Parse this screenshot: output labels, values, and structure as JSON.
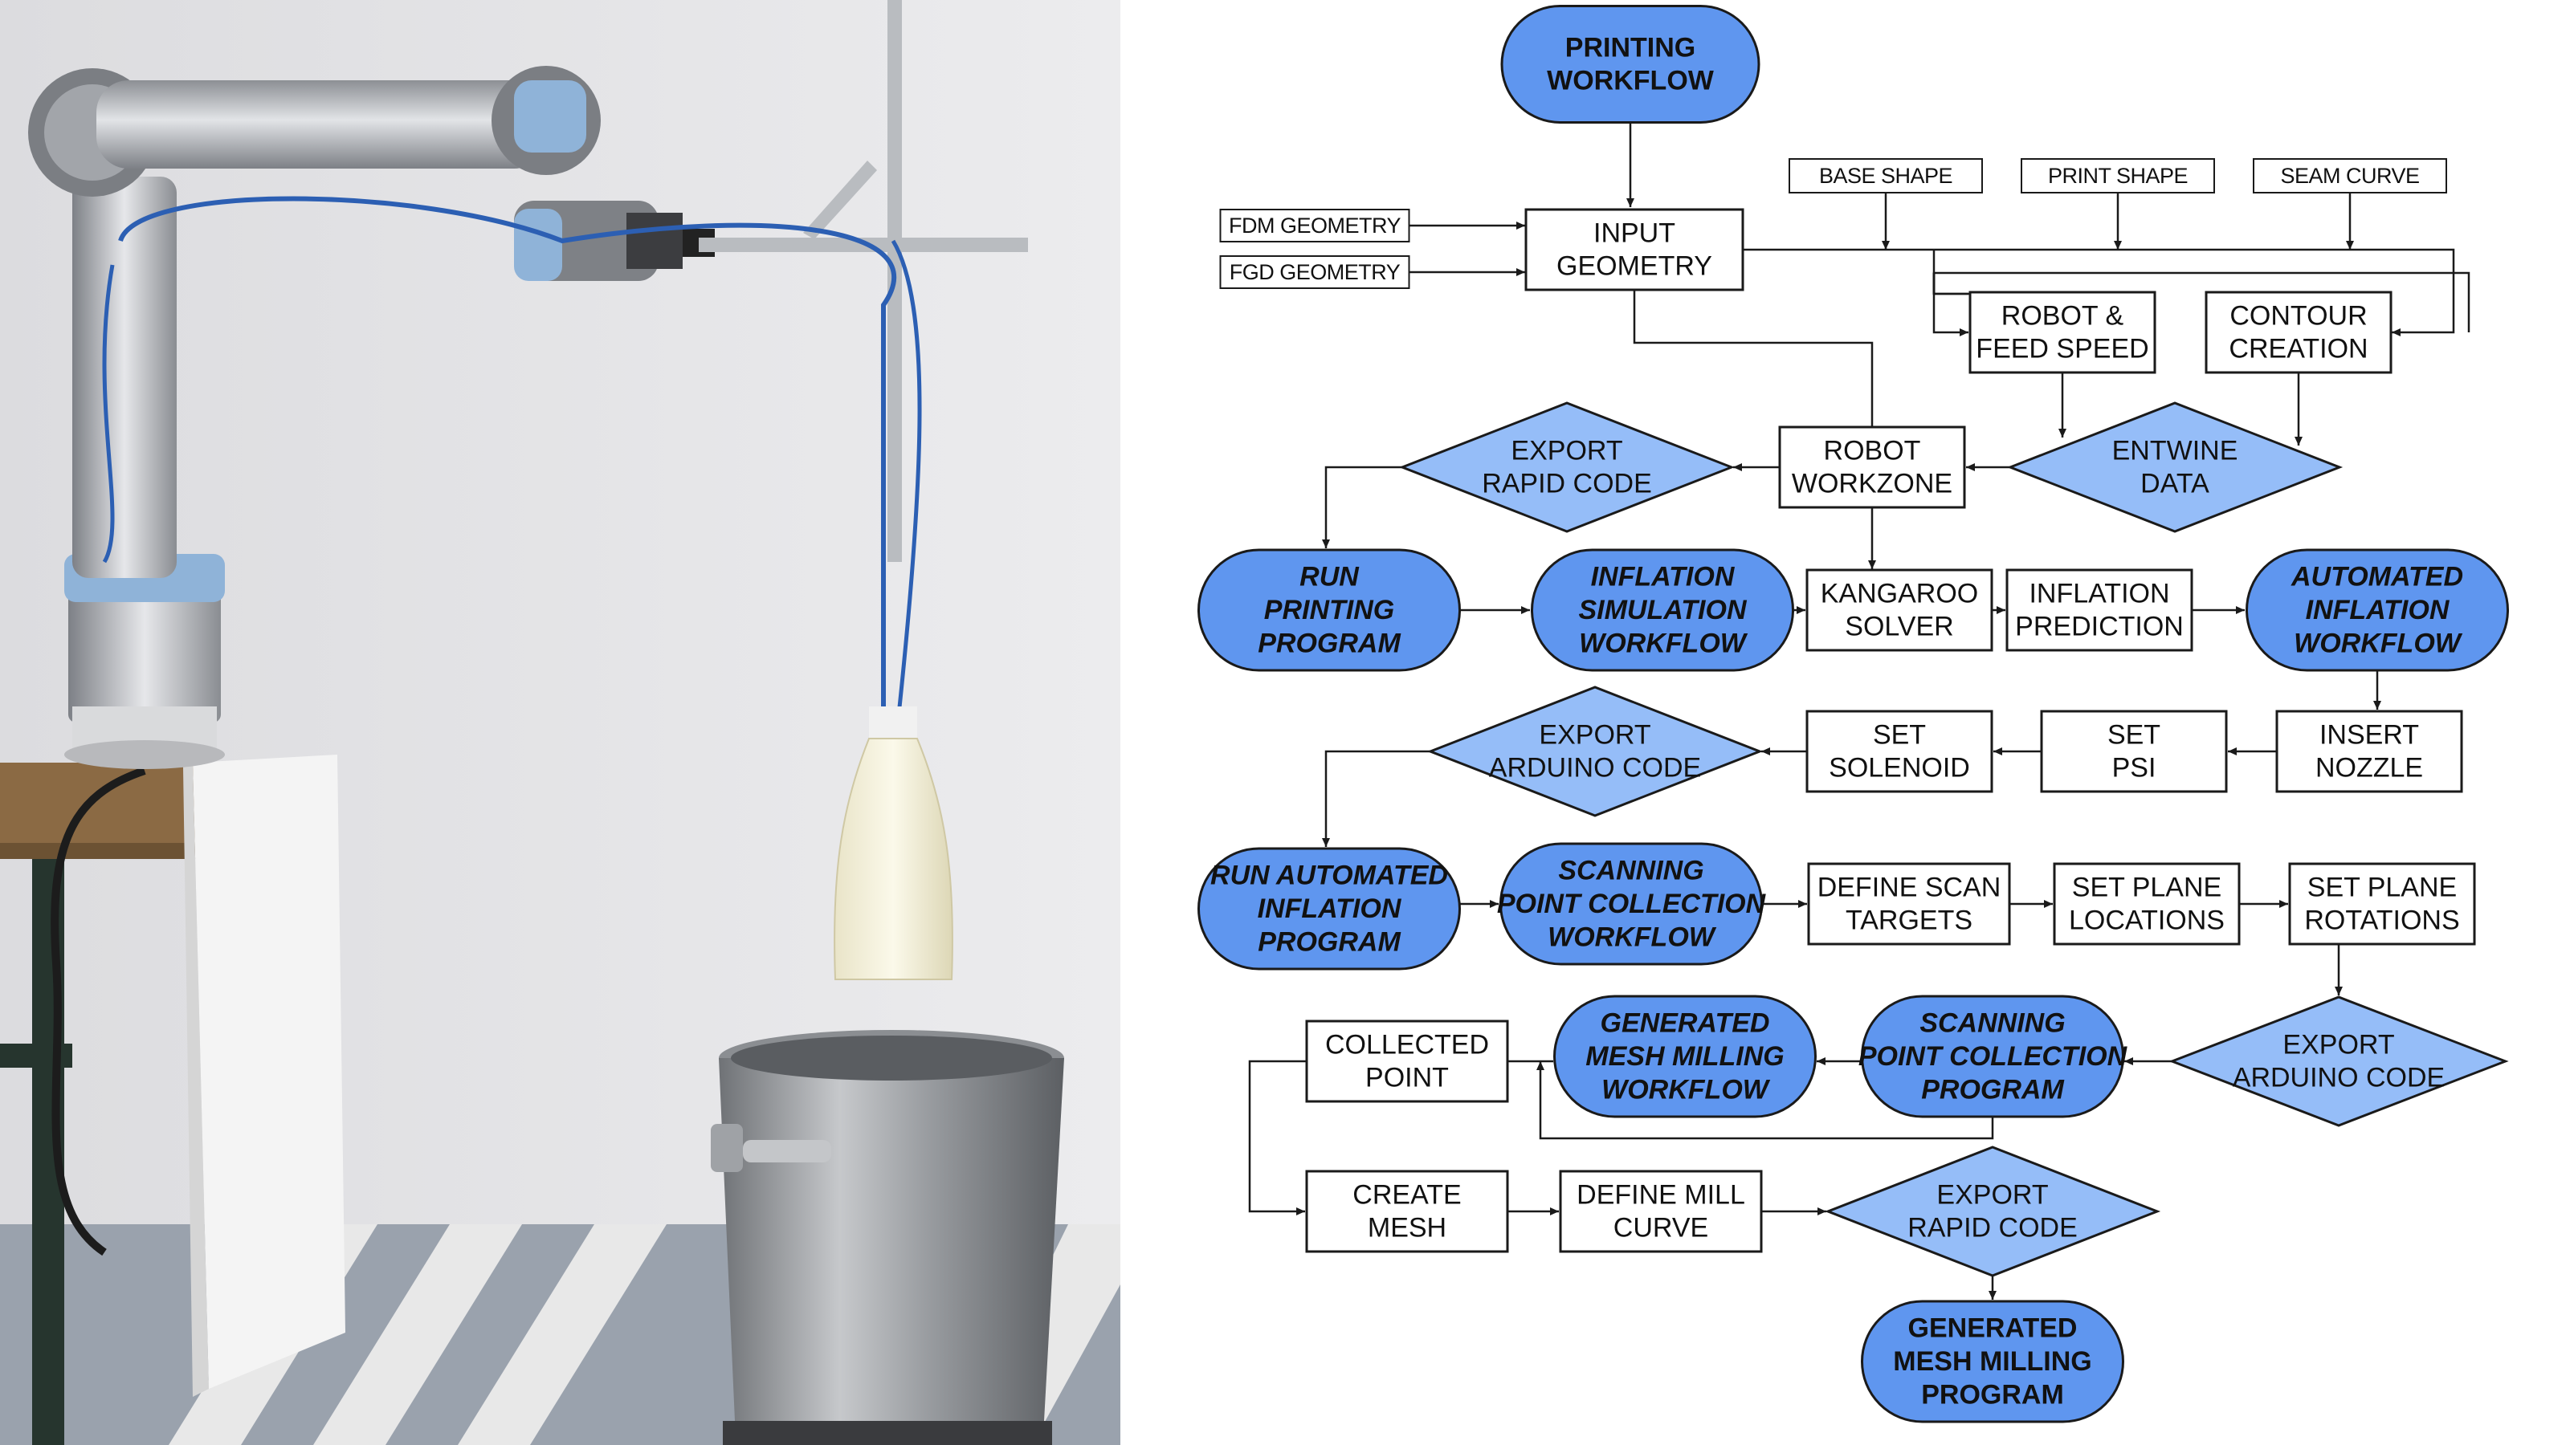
{
  "colors": {
    "terminal_fill": "#5f96ef",
    "decision_fill": "#95bdf8",
    "box_fill": "#ffffff",
    "stroke": "#1a1a1a"
  },
  "photo": {
    "description_icon": "robot-arm-photo"
  },
  "nodes": {
    "printing_workflow": [
      "PRINTING",
      "WORKFLOW"
    ],
    "fdm_geometry": [
      "FDM GEOMETRY"
    ],
    "fgd_geometry": [
      "FGD GEOMETRY"
    ],
    "input_geometry": [
      "INPUT",
      "GEOMETRY"
    ],
    "base_shape": [
      "BASE SHAPE"
    ],
    "print_shape": [
      "PRINT SHAPE"
    ],
    "seam_curve": [
      "SEAM CURVE"
    ],
    "robot_feed_speed": [
      "ROBOT &",
      "FEED SPEED"
    ],
    "contour_creation": [
      "CONTOUR",
      "CREATION"
    ],
    "export_rapid_code_1": [
      "EXPORT",
      "RAPID CODE"
    ],
    "robot_workzone": [
      "ROBOT",
      "WORKZONE"
    ],
    "entwine_data": [
      "ENTWINE",
      "DATA"
    ],
    "run_printing_program": [
      "RUN",
      "PRINTING",
      "PROGRAM"
    ],
    "inflation_simulation_workflow": [
      "INFLATION",
      "SIMULATION",
      "WORKFLOW"
    ],
    "kangaroo_solver": [
      "KANGAROO",
      "SOLVER"
    ],
    "inflation_prediction": [
      "INFLATION",
      "PREDICTION"
    ],
    "automated_inflation_workflow": [
      "AUTOMATED",
      "INFLATION",
      "WORKFLOW"
    ],
    "export_arduino_code_1": [
      "EXPORT",
      "ARDUINO CODE"
    ],
    "set_solenoid": [
      "SET",
      "SOLENOID"
    ],
    "set_psi": [
      "SET",
      "PSI"
    ],
    "insert_nozzle": [
      "INSERT",
      "NOZZLE"
    ],
    "run_automated_inflation_program": [
      "RUN AUTOMATED",
      "INFLATION",
      "PROGRAM"
    ],
    "scanning_point_collection_workflow": [
      "SCANNING",
      "POINT COLLECTION",
      "WORKFLOW"
    ],
    "define_scan_targets": [
      "DEFINE SCAN",
      "TARGETS"
    ],
    "set_plane_locations": [
      "SET PLANE",
      "LOCATIONS"
    ],
    "set_plane_rotations": [
      "SET PLANE",
      "ROTATIONS"
    ],
    "collected_point": [
      "COLLECTED",
      "POINT"
    ],
    "generated_mesh_milling_workflow": [
      "GENERATED",
      "MESH MILLING",
      "WORKFLOW"
    ],
    "scanning_point_collection_program": [
      "SCANNING",
      "POINT COLLECTION",
      "PROGRAM"
    ],
    "export_arduino_code_2": [
      "EXPORT",
      "ARDUINO CODE"
    ],
    "create_mesh": [
      "CREATE",
      "MESH"
    ],
    "define_mill_curve": [
      "DEFINE MILL",
      "CURVE"
    ],
    "export_rapid_code_2": [
      "EXPORT",
      "RAPID CODE"
    ],
    "generated_mesh_milling_program": [
      "GENERATED",
      "MESH MILLING",
      "PROGRAM"
    ]
  }
}
